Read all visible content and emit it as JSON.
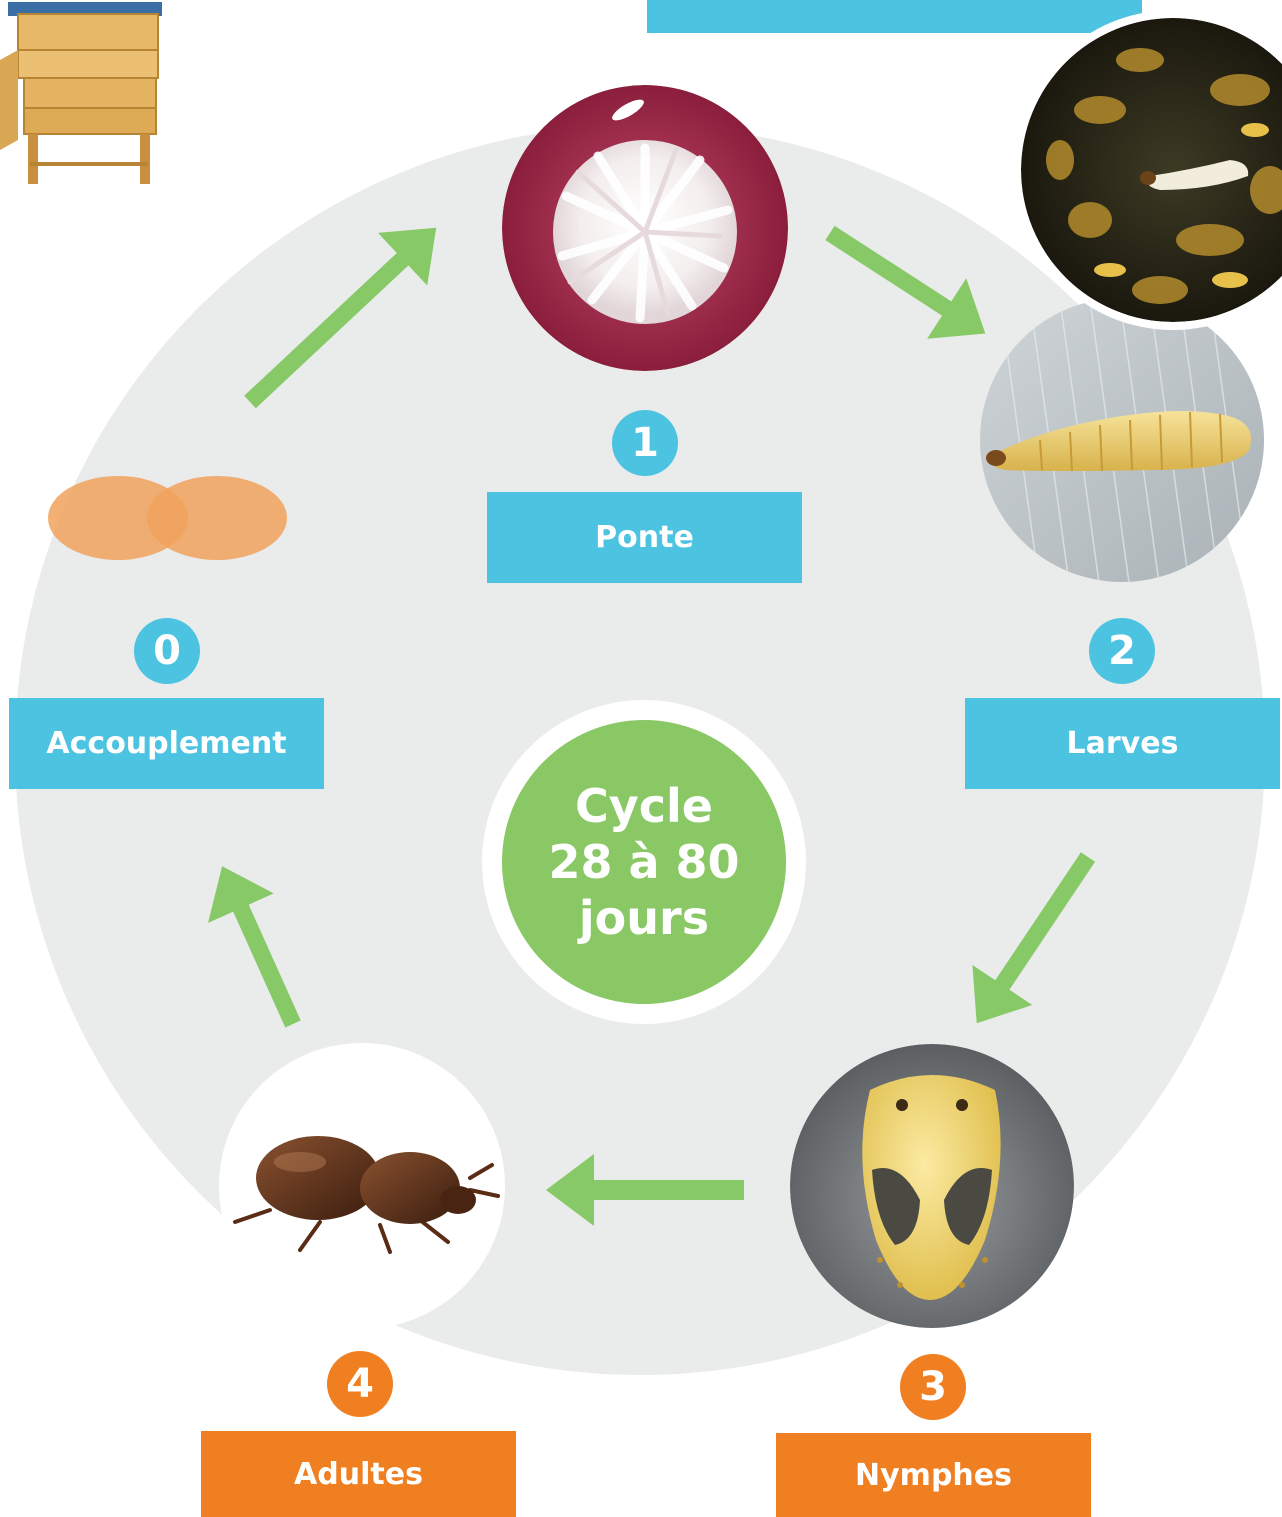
{
  "colors": {
    "cycle_background": "#eaebeb",
    "blue_label": "#4bc3e1",
    "orange_label": "#f07f22",
    "arrow_green": "#86c966",
    "center_green": "#8ac765",
    "mating_orange": "#f0a25c"
  },
  "center": {
    "line1": "Cycle",
    "line2": "28 à 80",
    "line3": "jours"
  },
  "stages": [
    {
      "number": "0",
      "label": "Accouplement",
      "color": "blue"
    },
    {
      "number": "1",
      "label": "Ponte",
      "color": "blue"
    },
    {
      "number": "2",
      "label": "Larves",
      "color": "blue"
    },
    {
      "number": "3",
      "label": "Nymphes",
      "color": "orange"
    },
    {
      "number": "4",
      "label": "Adultes",
      "color": "orange"
    }
  ],
  "icons": {
    "hive": "beehive-icon",
    "mating": "mating-circles-icon",
    "eggs": "eggs-photo",
    "larva": "larva-photo",
    "larva_in_comb": "larva-in-comb-photo",
    "pupa": "pupa-photo",
    "beetle": "adult-beetle-photo"
  }
}
